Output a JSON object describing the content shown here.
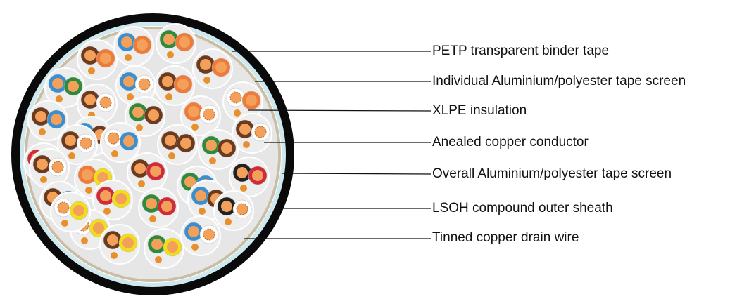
{
  "labels": [
    "PETP transparent binder tape",
    "Individual Aluminium/polyester tape screen",
    "XLPE insulation",
    "Anealed copper conductor",
    "Overall Aluminium/polyester tape screen",
    "LSOH compound outer sheath",
    "Tinned copper drain wire"
  ],
  "colors": {
    "outer_sheath": "#0a0a0a",
    "overall_screen": "#cfe8ee",
    "binder_tape": "#c9bda3",
    "filler": "#e6e6e6",
    "pair_screen": "#ededed",
    "copper": "#f2a05a",
    "drain_wire": "#e8902c",
    "leader_line": "#111111"
  },
  "pair_colors": [
    [
      "brown",
      "orange"
    ],
    [
      "blue",
      "orange"
    ],
    [
      "green",
      "orange"
    ],
    [
      "brown",
      "orange"
    ],
    [
      "blue",
      "green"
    ],
    [
      "brown",
      "white"
    ],
    [
      "blue",
      "white"
    ],
    [
      "brown",
      "orange"
    ],
    [
      "white",
      "orange"
    ],
    [
      "brown",
      "blue"
    ],
    [
      "blue",
      "brown"
    ],
    [
      "green",
      "brown"
    ],
    [
      "orange",
      "white"
    ],
    [
      "brown",
      "white"
    ],
    [
      "red",
      "orange"
    ],
    [
      "brown",
      "white"
    ],
    [
      "white",
      "blue"
    ],
    [
      "brown",
      "brown"
    ],
    [
      "green",
      "brown"
    ],
    [
      "brown",
      "white"
    ],
    [
      "orange",
      "yellow"
    ],
    [
      "brown",
      "red"
    ],
    [
      "green",
      "blue"
    ],
    [
      "black",
      "red"
    ],
    [
      "brown",
      "blue"
    ],
    [
      "red",
      "yellow"
    ],
    [
      "green",
      "red"
    ],
    [
      "blue",
      "brown"
    ],
    [
      "black",
      "white"
    ],
    [
      "white",
      "yellow"
    ],
    [
      "brown",
      "yellow"
    ],
    [
      "green",
      "yellow"
    ],
    [
      "blue",
      "white"
    ],
    [
      "white",
      "yellow"
    ]
  ]
}
